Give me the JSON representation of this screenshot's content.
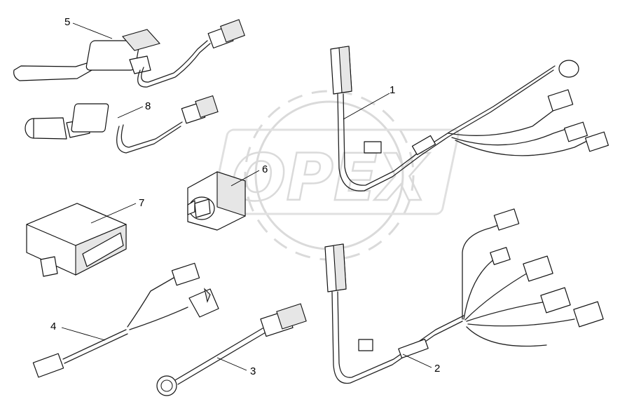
{
  "watermark": {
    "text": "OPEX",
    "color": "#c8c8c8"
  },
  "callouts": [
    {
      "id": "1",
      "label": "1"
    },
    {
      "id": "2",
      "label": "2"
    },
    {
      "id": "3",
      "label": "3"
    },
    {
      "id": "4",
      "label": "4"
    },
    {
      "id": "5",
      "label": "5"
    },
    {
      "id": "6",
      "label": "6"
    },
    {
      "id": "7",
      "label": "7"
    },
    {
      "id": "8",
      "label": "8"
    }
  ],
  "colors": {
    "line": "#222222",
    "background": "#ffffff"
  }
}
